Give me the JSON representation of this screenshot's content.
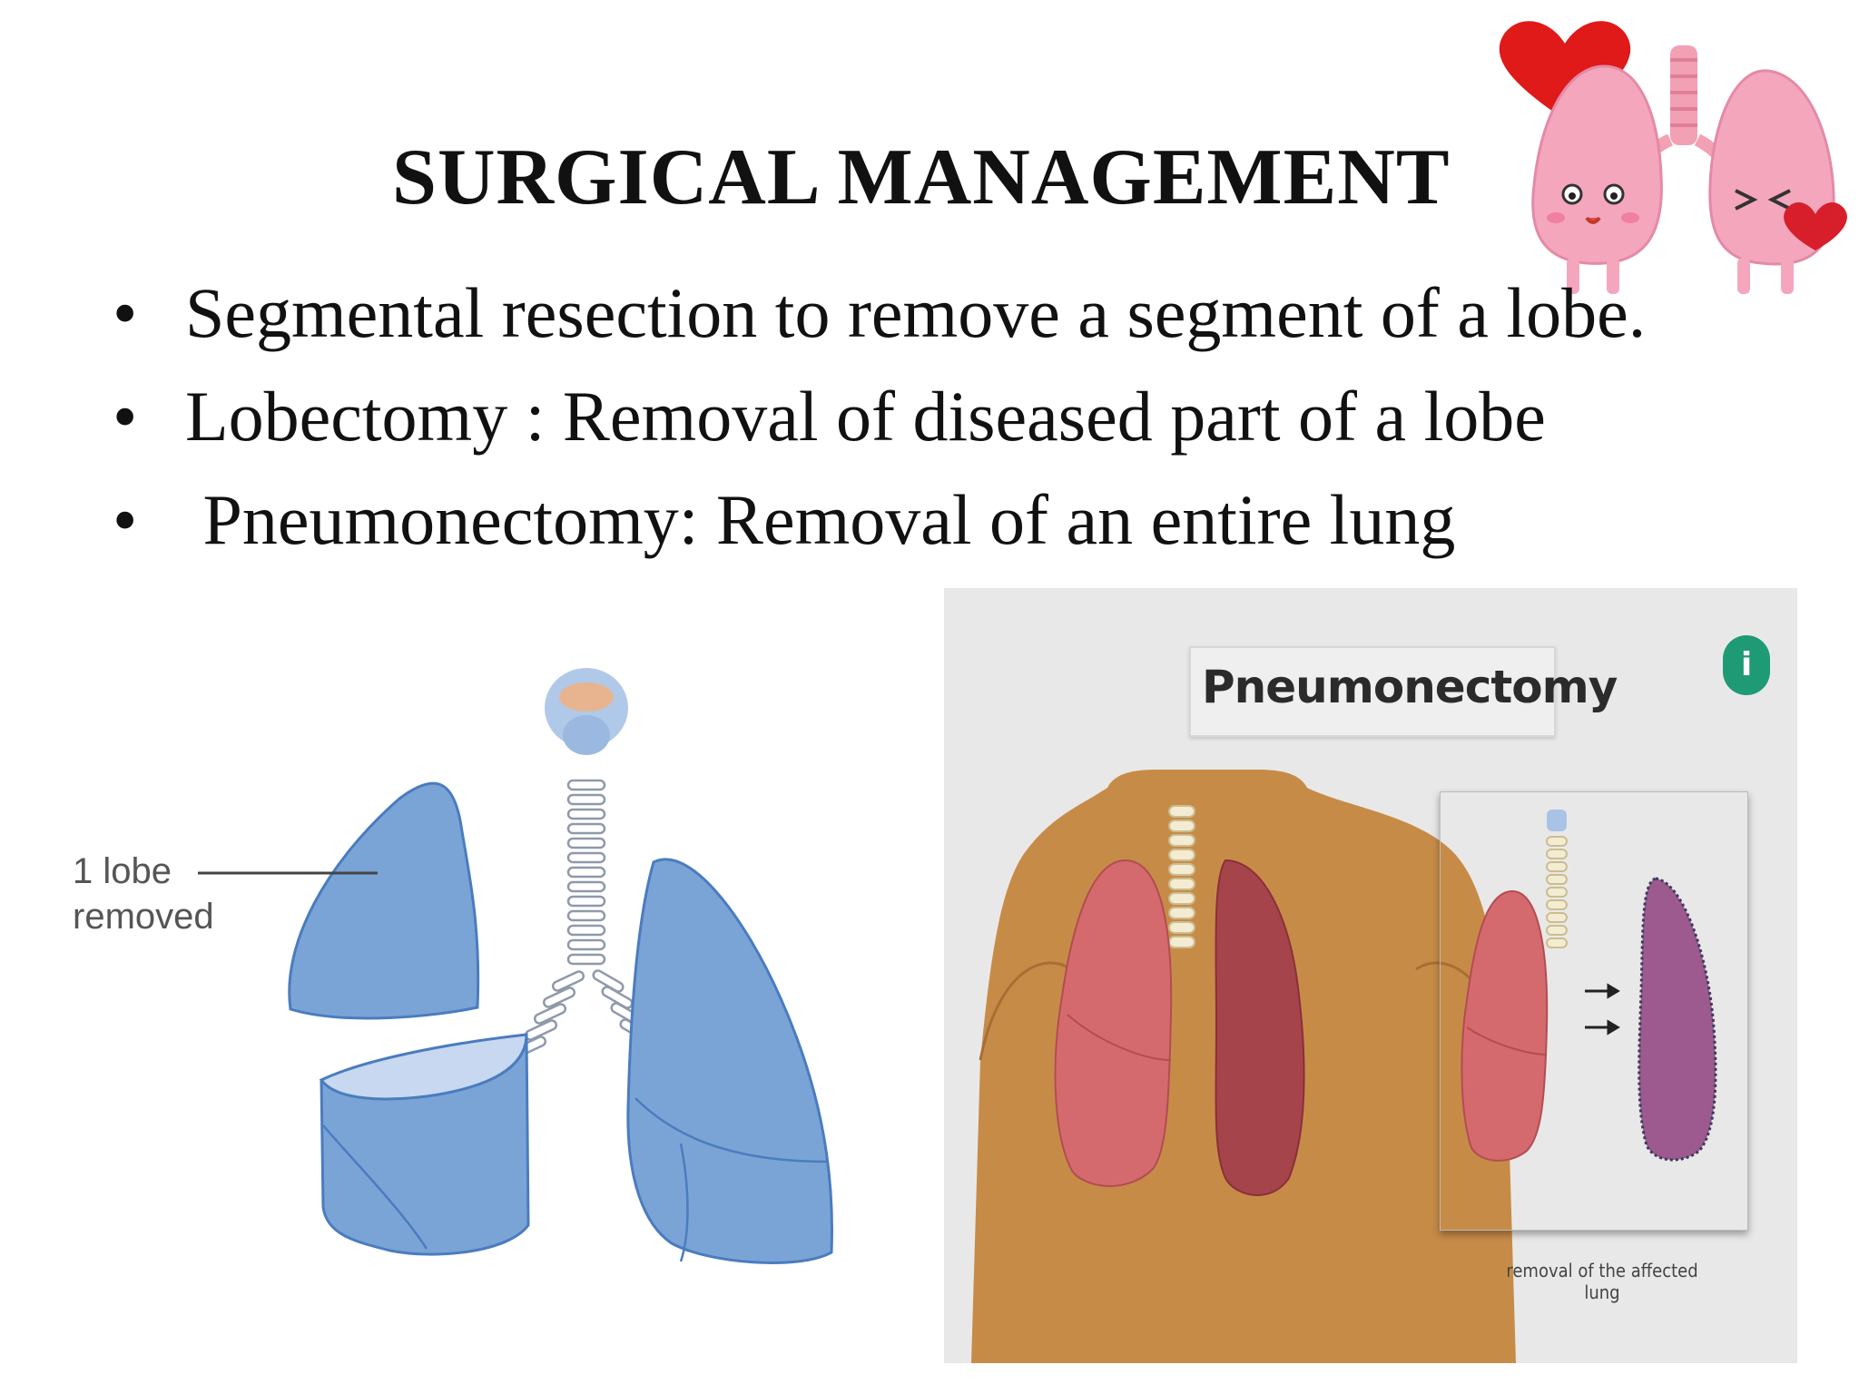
{
  "slide": {
    "title": "SURGICAL MANAGEMENT",
    "bullet_marker": "•",
    "bullets": [
      "Segmental resection to remove a segment of a lobe.",
      "Lobectomy : Removal of diseased part of a lobe",
      " Pneumonectomy: Removal of an entire lung"
    ]
  },
  "left_figure": {
    "label_line1": "1 lobe",
    "label_line2": "removed",
    "lung_color": "#7ba4d6",
    "lung_outline": "#4a7cbf"
  },
  "right_figure": {
    "title": "Pneumonectomy",
    "caption": "removal of the affected lung",
    "logo_letter": "i",
    "background_color": "#e9e8e8",
    "body_color": "#c78b48",
    "healthy_lung_color": "#d46a6d",
    "affected_lung_color": "#a6444c",
    "removed_lung_color": "#9c5a8e"
  },
  "decoration": {
    "mascot_icon": "cartoon-lungs-with-heart-balloon"
  }
}
